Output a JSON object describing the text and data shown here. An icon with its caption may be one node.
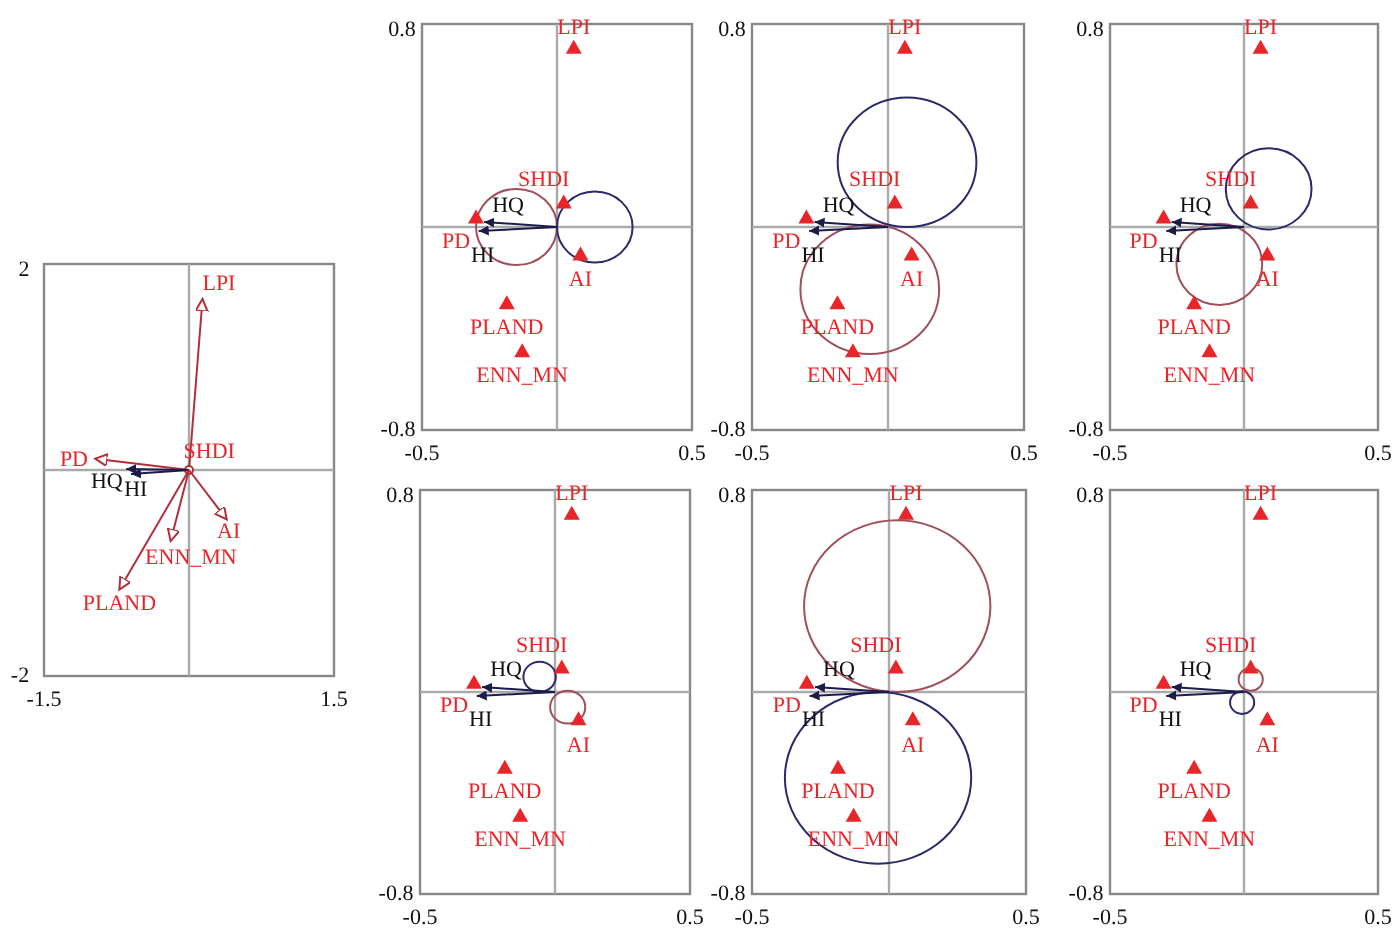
{
  "diagram": {
    "labels": [
      "2",
      "LPI",
      "SHDI",
      "PD",
      "HQ",
      "HI",
      "AI",
      "ENN_MN",
      "PLAND",
      "-2",
      "-1.5",
      "1.5",
      "0.8",
      "LPI",
      "SHDI",
      "HQ",
      "PD",
      "HI",
      "AI",
      "PLAND",
      "ENN_MN",
      "-0.8",
      "-0.5",
      "0.5",
      "0.8",
      "LPI",
      "SHDI",
      "HQ",
      "PD",
      "HI",
      "AI",
      "PLAND",
      "ENN_MN",
      "-0.8",
      "-0.5",
      "0.5",
      "0.8",
      "LPI",
      "SHDI",
      "HQ",
      "PD",
      "HI",
      "AI",
      "PLAND",
      "ENN_MN",
      "-0.8",
      "-0.5",
      "0.5",
      "0.8",
      "LPI",
      "SHDI",
      "HQ",
      "PD",
      "HI",
      "AI",
      "PLAND",
      "ENN_MN",
      "-0.8",
      "-0.5",
      "0.5",
      "0.8",
      "LPI",
      "SHDI",
      "HQ",
      "PD",
      "HI",
      "AI",
      "PLAND",
      "ENN_MN",
      "-0.8",
      "-0.5",
      "0.5",
      "0.8",
      "LPI",
      "SHDI",
      "HQ",
      "PD",
      "HI",
      "AI",
      "PLAND",
      "ENN_MN",
      "-0.8",
      "-0.5",
      "0.5"
    ]
  }
}
